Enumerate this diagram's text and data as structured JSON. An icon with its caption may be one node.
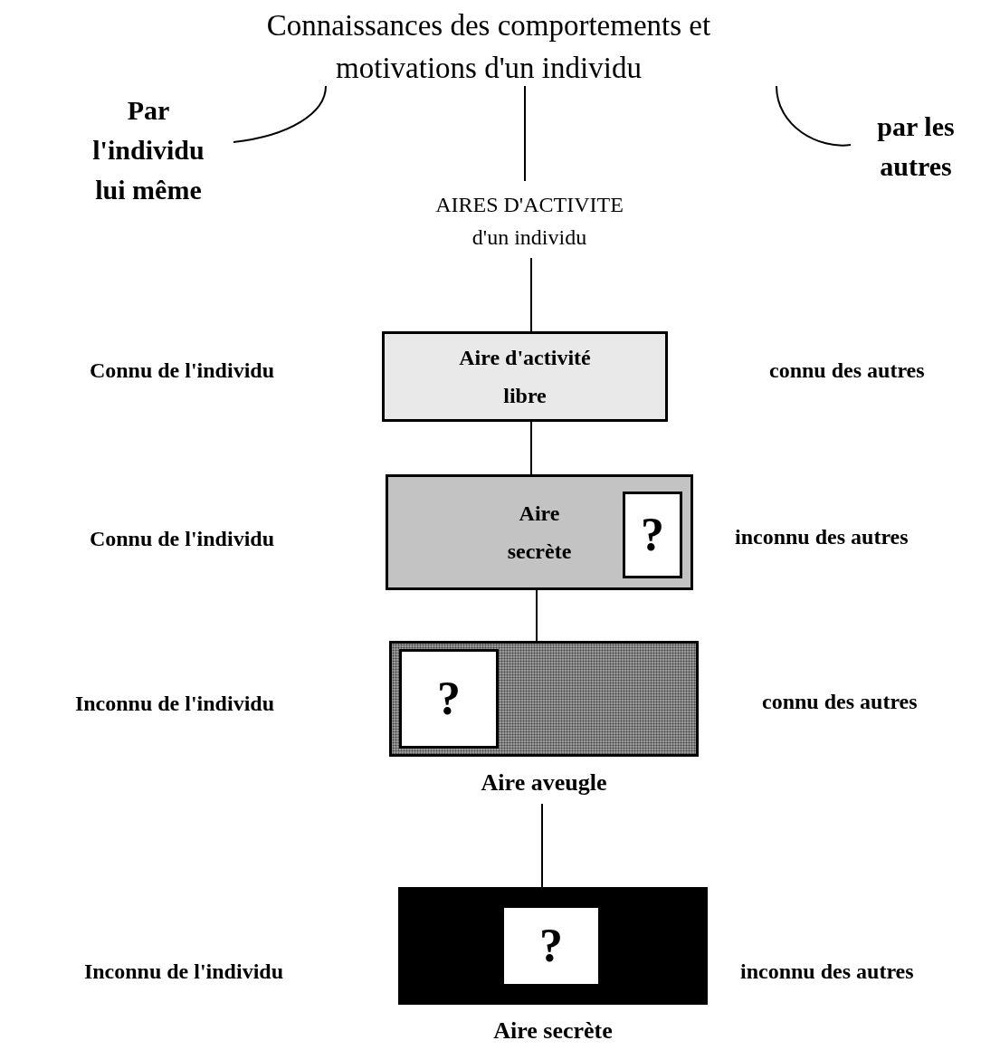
{
  "diagram": {
    "nodes": [
      {
        "text": [
          "Connaissances des comportements et motivations d'un individu"
        ]
      },
      {
        "text": [
          "Par l'individu lui même"
        ]
      },
      {
        "text": [
          "par les autres"
        ]
      },
      {
        "text": [
          "AIRES D'ACTIVITE d'un individu"
        ]
      },
      {
        "text": [
          "Aire d'activité libre"
        ]
      },
      {
        "text": [
          "Aire secrète"
        ]
      },
      {
        "text": [
          "?"
        ],
        "in": 5
      },
      {
        "text": [],
        "shape": "box",
        "beside": [
          "Aire aveugle"
        ]
      },
      {
        "text": [
          "?"
        ],
        "in": 7
      },
      {
        "text": [],
        "shape": "box",
        "beside": [
          "Aire secrète"
        ]
      },
      {
        "text": [
          "?"
        ],
        "in": 9
      }
    ],
    "edges": [
      {
        "from": 1,
        "to": 0,
        "arrow": "none"
      },
      {
        "from": 2,
        "to": 0,
        "arrow": "none"
      },
      {
        "from": 0,
        "to": 3,
        "arrow": "none"
      },
      {
        "from": 3,
        "to": 4,
        "arrow": "none"
      },
      {
        "from": 4,
        "to": 5,
        "arrow": "none"
      },
      {
        "from": 5,
        "to": 7,
        "arrow": "none"
      },
      {
        "from": 7,
        "to": 9,
        "arrow": "none"
      }
    ],
    "labels": [
      "Connu de l'individu",
      "connu des autres",
      "Connu de l'individu",
      "inconnu des autres",
      "Inconnu de l'individu",
      "connu des autres",
      "Inconnu de l'individu",
      "inconnu des autres"
    ]
  }
}
